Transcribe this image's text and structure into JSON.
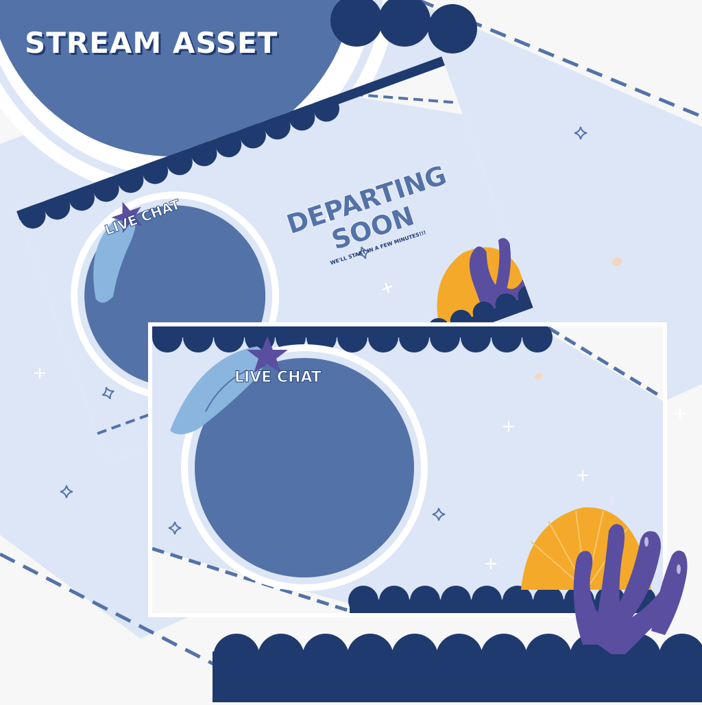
{
  "header": {
    "title": "STREAM ASSET"
  },
  "panels": {
    "back": {
      "badge": "LIVE CHAT",
      "headline_line1": "DEPARTING",
      "headline_line2": "SOON",
      "subtext": "WE'LL START IN A FEW MINUTES!!!"
    },
    "front": {
      "badge": "LIVE CHAT"
    }
  },
  "colors": {
    "background": "#f7f7f8",
    "light_blue": "#dde6f6",
    "mid_blue": "#5372a8",
    "navy": "#1f3a6e",
    "white": "#ffffff",
    "orange": "#f4a92a",
    "purple": "#5a4ea0",
    "shell_blue": "#8ab5de",
    "peach": "#f4d6bd"
  }
}
